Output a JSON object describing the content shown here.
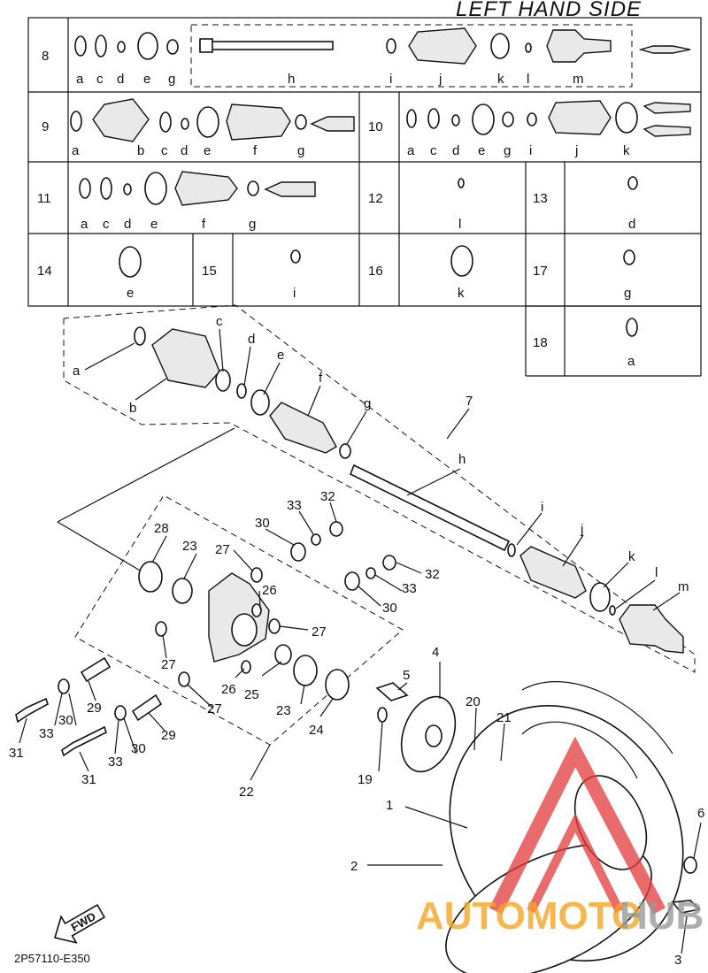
{
  "header": {
    "title": "LEFT HAND SIDE"
  },
  "kits": [
    {
      "no": "8",
      "items": [
        "a",
        "c",
        "d",
        "e",
        "g",
        "h",
        "i",
        "j",
        "k",
        "l",
        "m"
      ]
    },
    {
      "no": "9",
      "items": [
        "a",
        "b",
        "c",
        "d",
        "e",
        "f",
        "g"
      ]
    },
    {
      "no": "10",
      "items": [
        "a",
        "c",
        "d",
        "e",
        "g",
        "i",
        "j",
        "k"
      ]
    },
    {
      "no": "11",
      "items": [
        "a",
        "c",
        "d",
        "e",
        "f",
        "g"
      ]
    },
    {
      "no": "12",
      "items": [
        "l"
      ]
    },
    {
      "no": "13",
      "items": [
        "d"
      ]
    },
    {
      "no": "14",
      "items": [
        "e"
      ]
    },
    {
      "no": "15",
      "items": [
        "i"
      ]
    },
    {
      "no": "16",
      "items": [
        "k"
      ]
    },
    {
      "no": "17",
      "items": [
        "g"
      ]
    },
    {
      "no": "18",
      "items": [
        "a"
      ]
    }
  ],
  "shaft_callouts": [
    "a",
    "b",
    "c",
    "d",
    "e",
    "f",
    "g",
    "h",
    "i",
    "j",
    "k",
    "l",
    "m"
  ],
  "assembly_number": "7",
  "hub_group_number": "22",
  "part_numbers": [
    "1",
    "2",
    "3",
    "4",
    "5",
    "6",
    "19",
    "20",
    "21",
    "23",
    "24",
    "25",
    "26",
    "27",
    "28",
    "29",
    "30",
    "31",
    "32",
    "33"
  ],
  "fwd_label": "FWD",
  "drawing_code": "2P57110-E350",
  "watermark": {
    "text_a": "AUTOMOTO",
    "text_b": "HUB",
    "color_a": "#f5a623",
    "color_b": "#9b9b9b",
    "logo_color": "#e23a3a"
  }
}
